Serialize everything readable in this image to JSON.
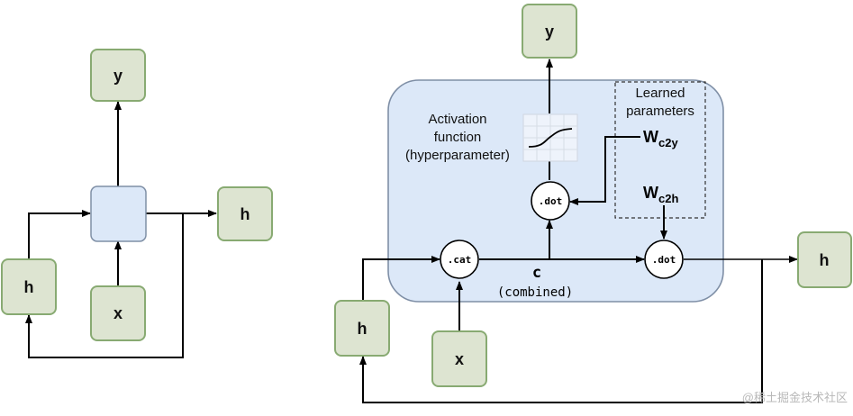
{
  "left_diagram": {
    "output_node": "y",
    "hidden_out_node": "h",
    "hidden_in_node": "h",
    "input_node": "x"
  },
  "right_diagram": {
    "output_node": "y",
    "hidden_out_node": "h",
    "hidden_in_node": "h",
    "input_node": "x",
    "concat_op": ".cat",
    "dot_op_output": ".dot",
    "dot_op_hidden": ".dot",
    "combined_symbol": "c",
    "combined_text": "(combined)",
    "activation_lines": [
      "Activation",
      "function",
      "(hyperparameter)"
    ],
    "learned_lines": [
      "Learned",
      "parameters"
    ],
    "weight_c2y": {
      "base": "W",
      "sub": "c2y"
    },
    "weight_c2h": {
      "base": "W",
      "sub": "c2h"
    }
  },
  "watermark": "@稀土掘金技术社区",
  "colors": {
    "node_fill": "#dde4d1",
    "node_stroke": "#88aa72",
    "cell_fill": "#dce8f8",
    "cell_stroke": "#7f8fa6",
    "line": "#000000"
  }
}
